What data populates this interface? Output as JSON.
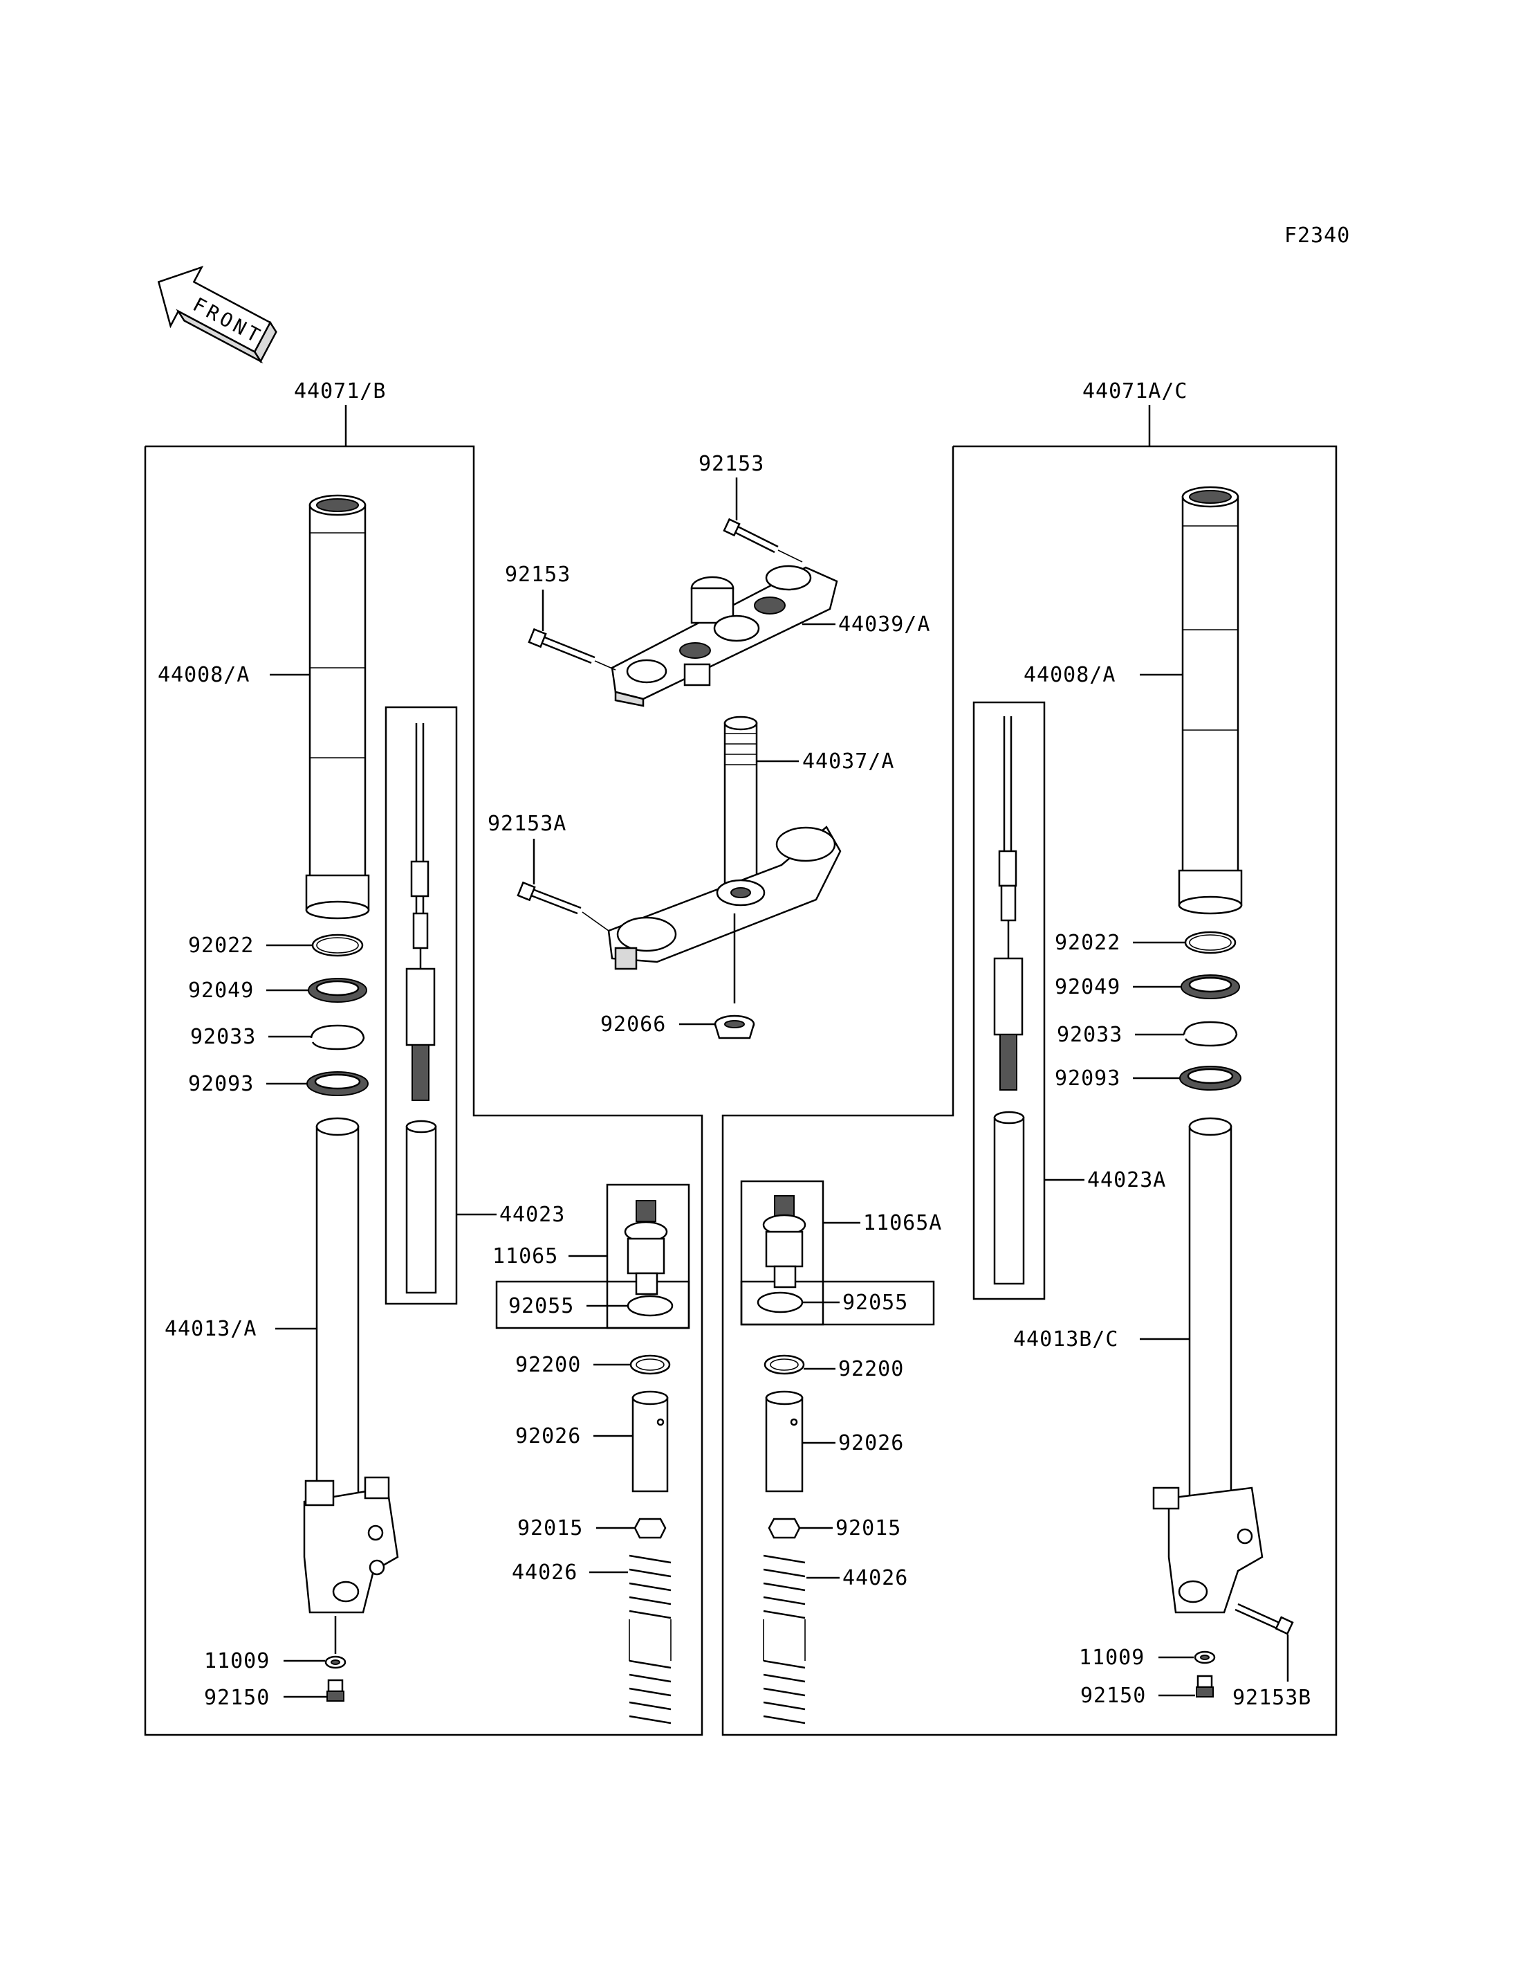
{
  "figure_code": "F2340",
  "front_label": "FRONT",
  "assemblies": {
    "left": "44071/B",
    "right": "44071A/C"
  },
  "labels": {
    "p92153_top": "92153",
    "p92153_mid": "92153",
    "p44039": "44039/A",
    "p44037": "44037/A",
    "p92153A": "92153A",
    "p92066": "92066",
    "L_44008": "44008/A",
    "L_92022": "92022",
    "L_92049": "92049",
    "L_92033": "92033",
    "L_92093": "92093",
    "L_44023": "44023",
    "L_11065": "11065",
    "L_92055": "92055",
    "L_44013": "44013/A",
    "L_92200": "92200",
    "L_92026": "92026",
    "L_92015": "92015",
    "L_44026": "44026",
    "L_11009": "11009",
    "L_92150": "92150",
    "R_44008": "44008/A",
    "R_92022": "92022",
    "R_92049": "92049",
    "R_92033": "92033",
    "R_92093": "92093",
    "R_44023A": "44023A",
    "R_11065A": "11065A",
    "R_92055": "92055",
    "R_44013": "44013B/C",
    "R_92200": "92200",
    "R_92026": "92026",
    "R_92015": "92015",
    "R_44026": "44026",
    "R_11009": "11009",
    "R_92150": "92150",
    "R_92153B": "92153B"
  }
}
